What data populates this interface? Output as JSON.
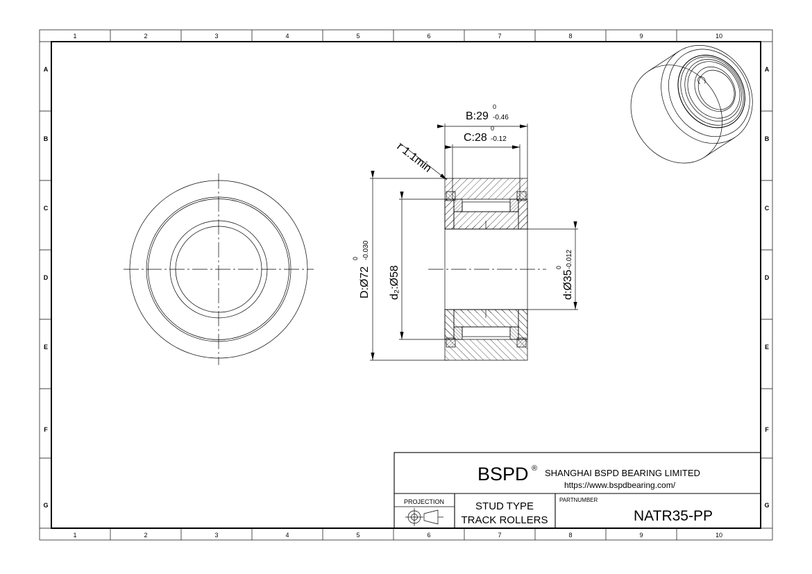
{
  "sheet": {
    "title": "NATR35-PP",
    "background": "#ffffff",
    "line_color": "#000000"
  },
  "frame": {
    "columns": [
      "1",
      "2",
      "3",
      "4",
      "5",
      "6",
      "7",
      "8",
      "9",
      "10"
    ],
    "rows": [
      "A",
      "B",
      "C",
      "D",
      "E",
      "F",
      "G"
    ]
  },
  "dimensions": {
    "width_outer": {
      "name": "B",
      "label": "B:29",
      "value": "29",
      "tol_upper": "0",
      "tol_lower": "-0.46"
    },
    "width_inner": {
      "name": "C",
      "label": "C:28",
      "value": "28",
      "tol_upper": "0",
      "tol_lower": "-0.12"
    },
    "outer_diameter": {
      "name": "D",
      "label": "D:Ø72",
      "value": "72",
      "tol_upper": "0",
      "tol_lower": "-0.030"
    },
    "raceway_diameter": {
      "name": "d2",
      "label": "d₂:Ø58",
      "value": "58",
      "tol_upper": "",
      "tol_lower": ""
    },
    "bore_diameter": {
      "name": "d",
      "label": "d:Ø35",
      "value": "35",
      "tol_upper": "0",
      "tol_lower": "-0.012"
    },
    "chamfer": {
      "name": "r",
      "label": "r 1.1min",
      "value": "1.1"
    }
  },
  "title_block": {
    "brand": "BSPD",
    "brand_mark": "®",
    "company": "SHANGHAI BSPD BEARING LIMITED",
    "url": "https://www.bspdbearing.com/",
    "projection_label": "PROJECTION",
    "projection_symbol": "first-angle-projection-icon",
    "product_type_line1": "STUD TYPE",
    "product_type_line2": "TRACK ROLLERS",
    "partnumber_label": "PARTNUMBER",
    "partnumber": "NATR35-PP"
  },
  "views": {
    "front": {
      "name": "front-circular-view",
      "description": "concentric circles with centerlines"
    },
    "section": {
      "name": "cross-section-view",
      "description": "hatched sectional view of roller bearing"
    },
    "isometric": {
      "name": "isometric-3d-view",
      "description": "3D pictorial of track roller bearing"
    }
  }
}
